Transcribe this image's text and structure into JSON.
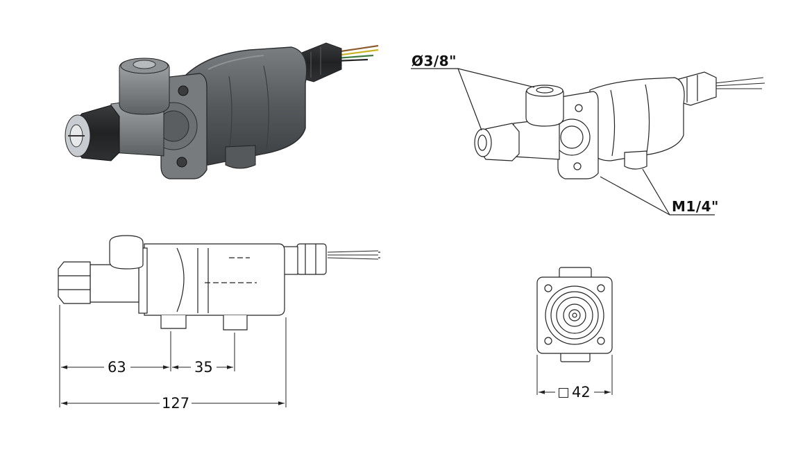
{
  "callouts": {
    "inlet_diameter": "Ø3/8\"",
    "outlet_thread": "M1/4\""
  },
  "dimensions": {
    "inlet_to_outlet": "63",
    "outlet_spacing": "35",
    "overall_length": "127",
    "square_size": "42"
  },
  "colors": {
    "body_dark": "#4a4d4f",
    "body_mid": "#6d7174",
    "body_light": "#9a9ea1",
    "line": "#222222",
    "wire_yellow": "#c9b21e",
    "wire_green": "#3d7a3a",
    "wire_brown": "#8a5a2b"
  }
}
